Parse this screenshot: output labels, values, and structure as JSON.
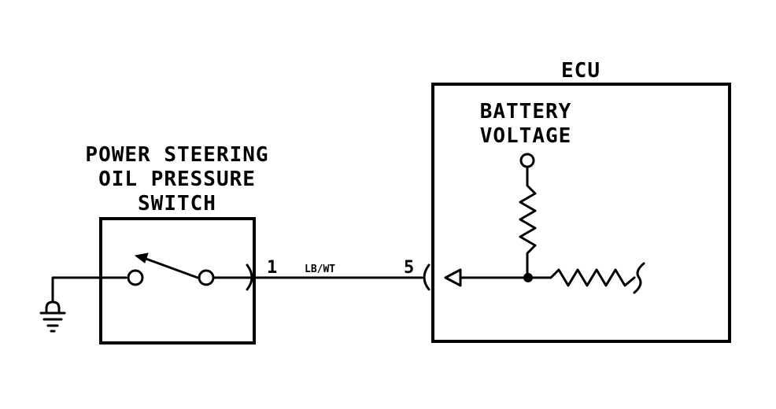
{
  "switch": {
    "title_line1": "POWER STEERING",
    "title_line2": "OIL PRESSURE",
    "title_line3": "SWITCH",
    "pin": "1"
  },
  "wire": {
    "color_code": "LB/WT"
  },
  "ecu": {
    "title": "ECU",
    "pin": "5",
    "supply_line1": "BATTERY",
    "supply_line2": "VOLTAGE"
  },
  "icons": {
    "ground": "ground-icon",
    "switch": "switch-icon",
    "connector": "connector-icon",
    "resistor": "resistor-icon",
    "buffer": "input-buffer-icon"
  }
}
